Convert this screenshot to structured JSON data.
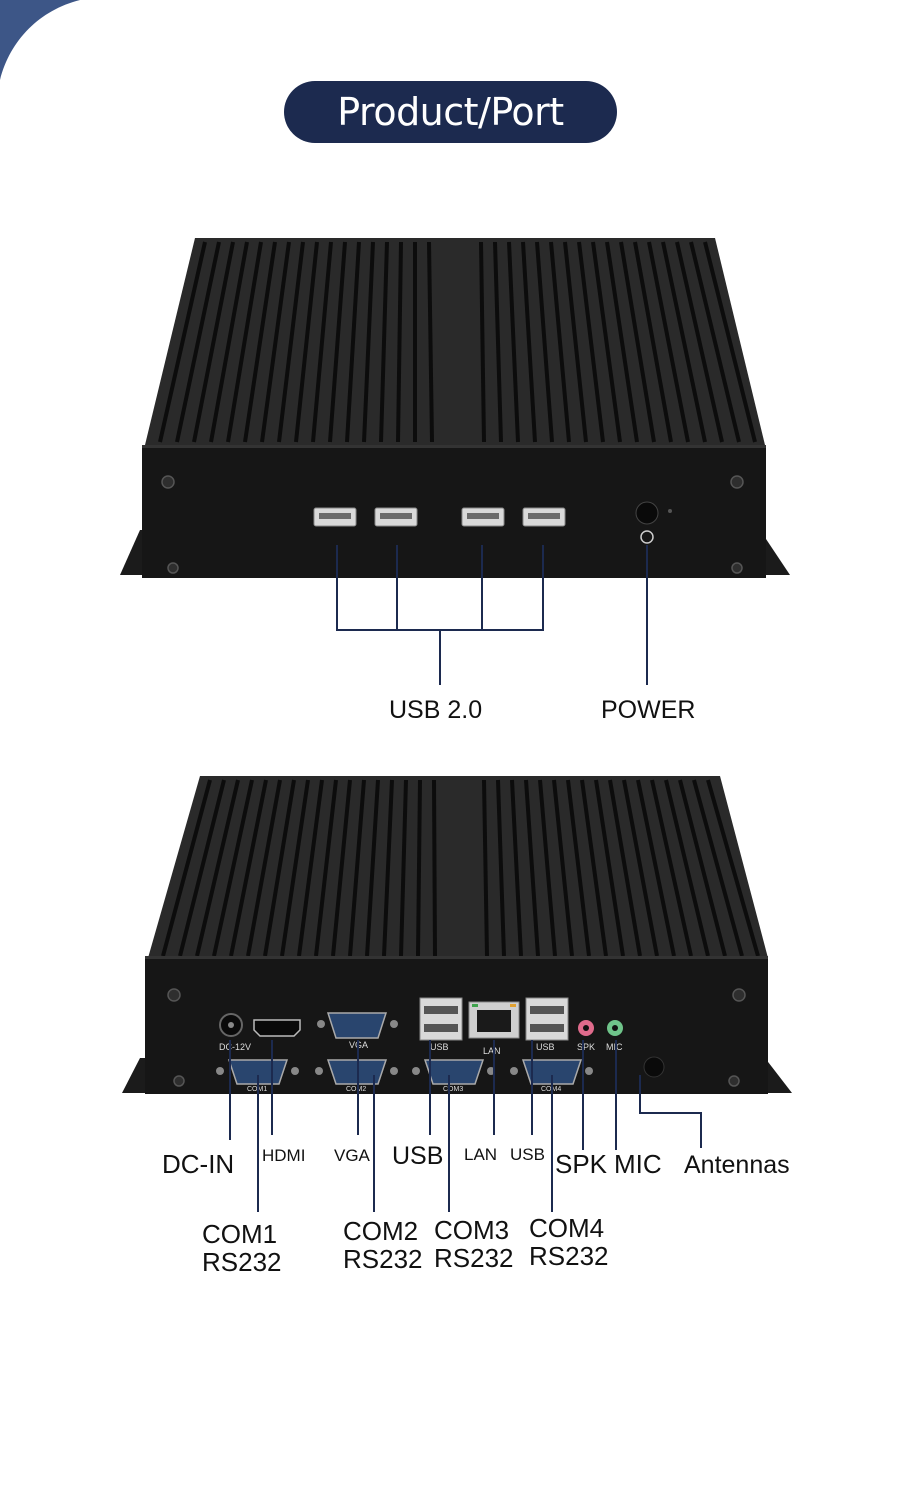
{
  "title": "Product/Port",
  "colors": {
    "navy": "#1c2a4f",
    "body": "#141414",
    "line": "#1c2a4f"
  },
  "front": {
    "usb_label": "USB 2.0",
    "power_label": "POWER"
  },
  "rear": {
    "dc_in": "DC-IN",
    "hdmi": "HDMI",
    "vga": "VGA",
    "usb_left": "USB",
    "lan": "LAN",
    "usb_right": "USB",
    "spk": "SPK",
    "mic": "MIC",
    "antennas": "Antennas",
    "com1": [
      "COM1",
      "RS232"
    ],
    "com2": [
      "COM2",
      "RS232"
    ],
    "com3": [
      "COM3",
      "RS232"
    ],
    "com4": [
      "COM4",
      "RS232"
    ],
    "panel_text": {
      "dc": "DC-12V",
      "vga": "VGA",
      "usb1": "USB",
      "lan": "LAN",
      "usb2": "USB",
      "spk": "SPK",
      "mic": "MIC",
      "com1": "COM1",
      "com2": "COM2",
      "com3": "COM3",
      "com4": "COM4"
    }
  }
}
